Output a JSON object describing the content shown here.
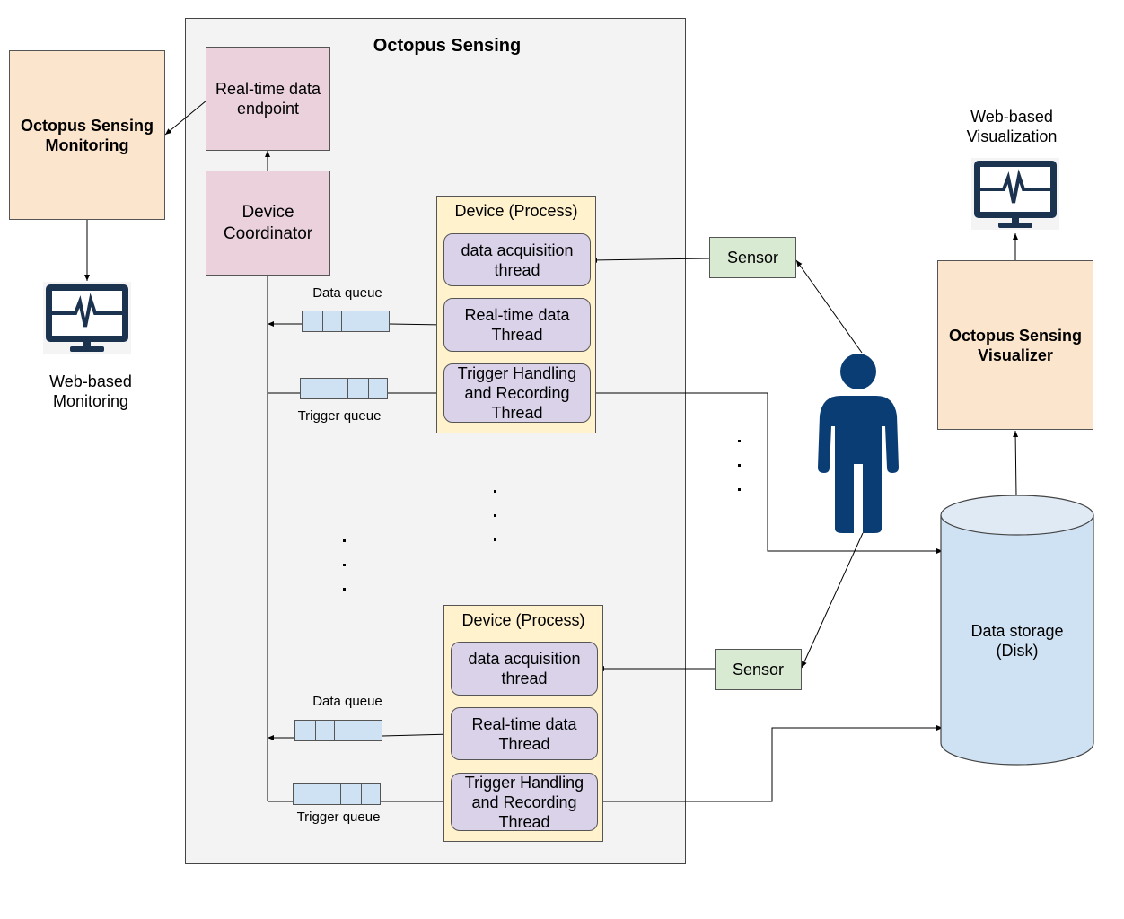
{
  "main": {
    "title": "Octopus Sensing",
    "realtime_endpoint": "Real-time data endpoint",
    "device_coordinator": "Device Coordinator"
  },
  "monitoring": {
    "label": "Octopus Sensing Monitoring",
    "web_label": "Web-based Monitoring",
    "icon": "monitor-heartbeat-icon"
  },
  "visualization": {
    "label": "Octopus Sensing Visualizer",
    "web_label": "Web-based Visualization",
    "icon": "monitor-heartbeat-icon"
  },
  "devices": [
    {
      "title": "Device (Process)",
      "threads": [
        "data acquisition thread",
        "Real-time data Thread",
        "Trigger Handling and Recording Thread"
      ],
      "data_queue_label": "Data queue",
      "trigger_queue_label": "Trigger queue"
    },
    {
      "title": "Device (Process)",
      "threads": [
        "data acquisition thread",
        "Real-time data Thread",
        "Trigger Handling and Recording Thread"
      ],
      "data_queue_label": "Data queue",
      "trigger_queue_label": "Trigger queue"
    }
  ],
  "sensors": [
    "Sensor",
    "Sensor"
  ],
  "storage": {
    "label": "Data storage (Disk)"
  },
  "person": {
    "icon": "person-icon"
  },
  "colors": {
    "frame": "#f3f3f3",
    "pink": "#ead1dc",
    "orange": "#fce5cd",
    "device": "#fff2cc",
    "thread": "#d9d2e9",
    "sensor": "#d9ead3",
    "queue": "#cfe2f3",
    "storage": "#cfe2f3",
    "icon": "#1c3350",
    "person": "#0b3d75"
  }
}
